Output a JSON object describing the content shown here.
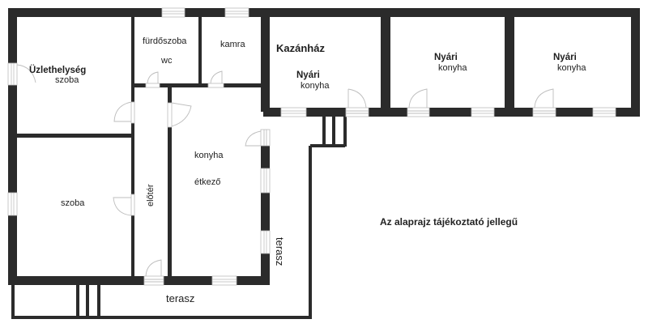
{
  "plan": {
    "rooms": {
      "uzlethelyseg": {
        "title": "Üzlethelység",
        "subtitle": "szoba"
      },
      "furdoszoba": {
        "title": "fürdőszoba",
        "subtitle": "wc"
      },
      "kamra": {
        "title": "kamra"
      },
      "kazanhaz": {
        "title": "Kazánház",
        "line1": "Nyári",
        "line2": "konyha"
      },
      "nyari_konyha_2": {
        "line1": "Nyári",
        "line2": "konyha"
      },
      "nyari_konyha_3": {
        "line1": "Nyári",
        "line2": "konyha"
      },
      "szoba": {
        "title": "szoba"
      },
      "eloter": {
        "title": "előtér"
      },
      "konyha": {
        "title": "konyha",
        "subtitle": "étkező"
      },
      "terasz_vertical": {
        "title": "terasz"
      },
      "terasz_bottom": {
        "title": "terasz"
      }
    },
    "note": "Az alaprajz tájékoztató jellegű",
    "colors": {
      "wall": "#2b2b2b",
      "background": "#ffffff",
      "fixture": "#bdbdbd"
    }
  }
}
